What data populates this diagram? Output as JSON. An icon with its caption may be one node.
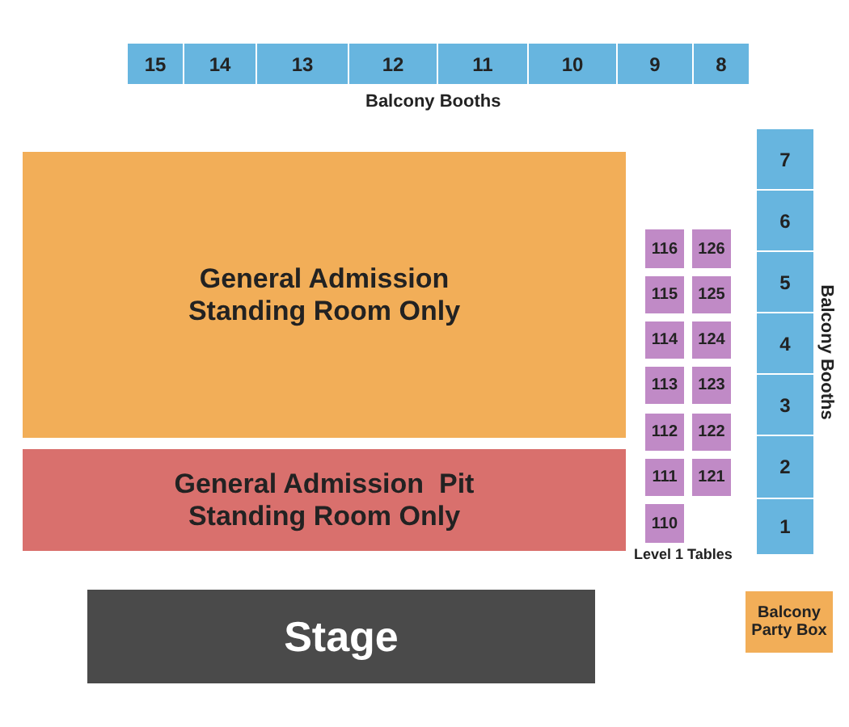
{
  "diagram": {
    "nodes": [
      {
        "text": [
          "15"
        ]
      },
      {
        "text": [
          "14"
        ]
      },
      {
        "text": [
          "13"
        ]
      },
      {
        "text": [
          "12"
        ]
      },
      {
        "text": [
          "11"
        ]
      },
      {
        "text": [
          "10"
        ]
      },
      {
        "text": [
          "9"
        ]
      },
      {
        "text": [
          "8"
        ]
      },
      {
        "text": [
          "General Admission Standing Room Only"
        ]
      },
      {
        "text": [
          "7"
        ]
      },
      {
        "text": [
          "6"
        ]
      },
      {
        "text": [
          "5"
        ]
      },
      {
        "text": [
          "4"
        ]
      },
      {
        "text": [
          "3"
        ]
      },
      {
        "text": [
          "2"
        ]
      },
      {
        "text": [
          "1"
        ]
      },
      {
        "text": [
          "116"
        ]
      },
      {
        "text": [
          "126"
        ]
      },
      {
        "text": [
          "115"
        ]
      },
      {
        "text": [
          "125"
        ]
      },
      {
        "text": [
          "114"
        ]
      },
      {
        "text": [
          "124"
        ]
      },
      {
        "text": [
          "113"
        ]
      },
      {
        "text": [
          "123"
        ]
      },
      {
        "text": [
          "112"
        ]
      },
      {
        "text": [
          "122"
        ]
      },
      {
        "text": [
          "111"
        ]
      },
      {
        "text": [
          "121"
        ]
      },
      {
        "text": [
          "110"
        ]
      },
      {
        "text": [
          "General Admission  Pit Standing Room Only"
        ]
      },
      {
        "text": [
          "Stage"
        ]
      },
      {
        "text": [
          "Balcony Party Box"
        ]
      }
    ],
    "labels": [
      "Balcony Booths",
      "Balcony Booths",
      "Level 1 Tables"
    ]
  }
}
